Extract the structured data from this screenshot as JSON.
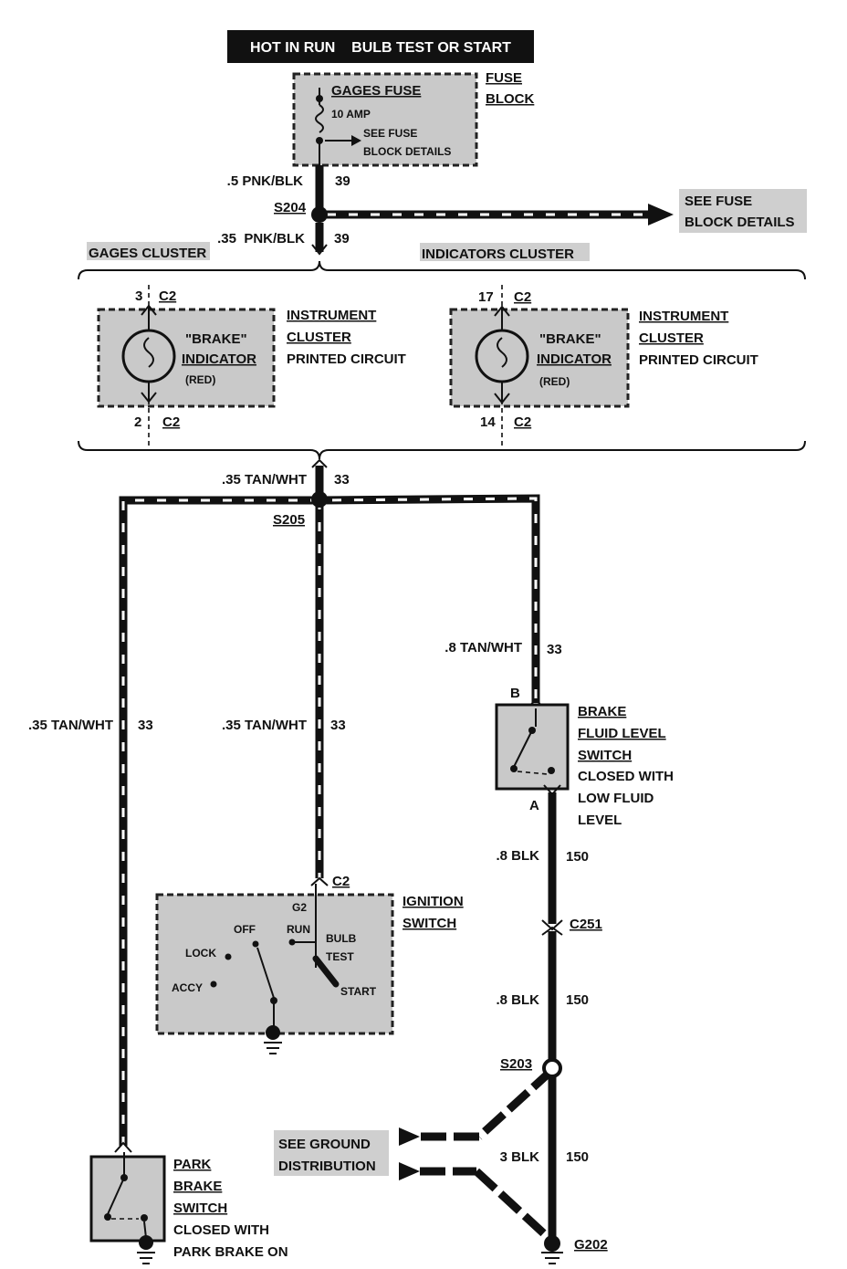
{
  "header": {
    "title": "HOT IN RUN    BULB TEST OR START"
  },
  "fuse_block": {
    "label_line1": "FUSE",
    "label_line2": "BLOCK",
    "fuse_name": "GAGES FUSE",
    "rating": "10 AMP",
    "detail_line1": "SEE FUSE",
    "detail_line2": "BLOCK DETAILS"
  },
  "wires": {
    "w1": {
      "gauge": ".5 PNK/BLK",
      "circuit": "39"
    },
    "w2": {
      "gauge": ".35  PNK/BLK",
      "circuit": "39"
    },
    "w3": {
      "gauge": ".35 TAN/WHT",
      "circuit": "33"
    },
    "w_right": {
      "gauge": ".8 TAN/WHT",
      "circuit": "33"
    },
    "w_left": {
      "gauge": ".35 TAN/WHT",
      "circuit": "33"
    },
    "w_mid": {
      "gauge": ".35 TAN/WHT",
      "circuit": "33"
    },
    "w_blk1": {
      "gauge": ".8 BLK",
      "circuit": "150"
    },
    "w_blk2": {
      "gauge": ".8 BLK",
      "circuit": "150"
    },
    "w_blk3": {
      "gauge": "3 BLK",
      "circuit": "150"
    }
  },
  "splices": {
    "s204": "S204",
    "s205": "S205",
    "s203": "S203"
  },
  "see_fuse_block": {
    "line1": "SEE FUSE",
    "line2": "BLOCK DETAILS"
  },
  "clusters": {
    "gages": {
      "name": "GAGES CLUSTER",
      "pin_top": "3",
      "conn_top": "C2",
      "pin_bottom": "2",
      "conn_bottom": "C2",
      "indicator_line1": "\"BRAKE\"",
      "indicator_line2": "INDICATOR",
      "indicator_color": "(RED)",
      "label_line1": "INSTRUMENT",
      "label_line2": "CLUSTER",
      "label_line3": "PRINTED CIRCUIT"
    },
    "indicators": {
      "name": "INDICATORS CLUSTER",
      "pin_top": "17",
      "conn_top": "C2",
      "pin_bottom": "14",
      "conn_bottom": "C2",
      "indicator_line1": "\"BRAKE\"",
      "indicator_line2": "INDICATOR",
      "indicator_color": "(RED)",
      "label_line1": "INSTRUMENT",
      "label_line2": "CLUSTER",
      "label_line3": "PRINTED CIRCUIT"
    }
  },
  "brake_fluid_switch": {
    "pin_top": "B",
    "pin_bottom": "A",
    "line1": "BRAKE",
    "line2": "FLUID LEVEL",
    "line3": "SWITCH",
    "line4": "CLOSED WITH",
    "line5": "LOW FLUID",
    "line6": "LEVEL"
  },
  "connector_c251": "C251",
  "ignition_switch": {
    "conn": "C2",
    "pin": "G2",
    "label_line1": "IGNITION",
    "label_line2": "SWITCH",
    "pos_off": "OFF",
    "pos_run": "RUN",
    "pos_lock": "LOCK",
    "pos_accy": "ACCY",
    "pos_bulb": "BULB",
    "pos_test": "TEST",
    "pos_start": "START"
  },
  "ground_distribution": {
    "line1": "SEE GROUND",
    "line2": "DISTRIBUTION"
  },
  "ground": "G202",
  "park_brake_switch": {
    "line1": "PARK",
    "line2": "BRAKE",
    "line3": "SWITCH",
    "line4": "CLOSED WITH",
    "line5": "PARK BRAKE ON"
  }
}
